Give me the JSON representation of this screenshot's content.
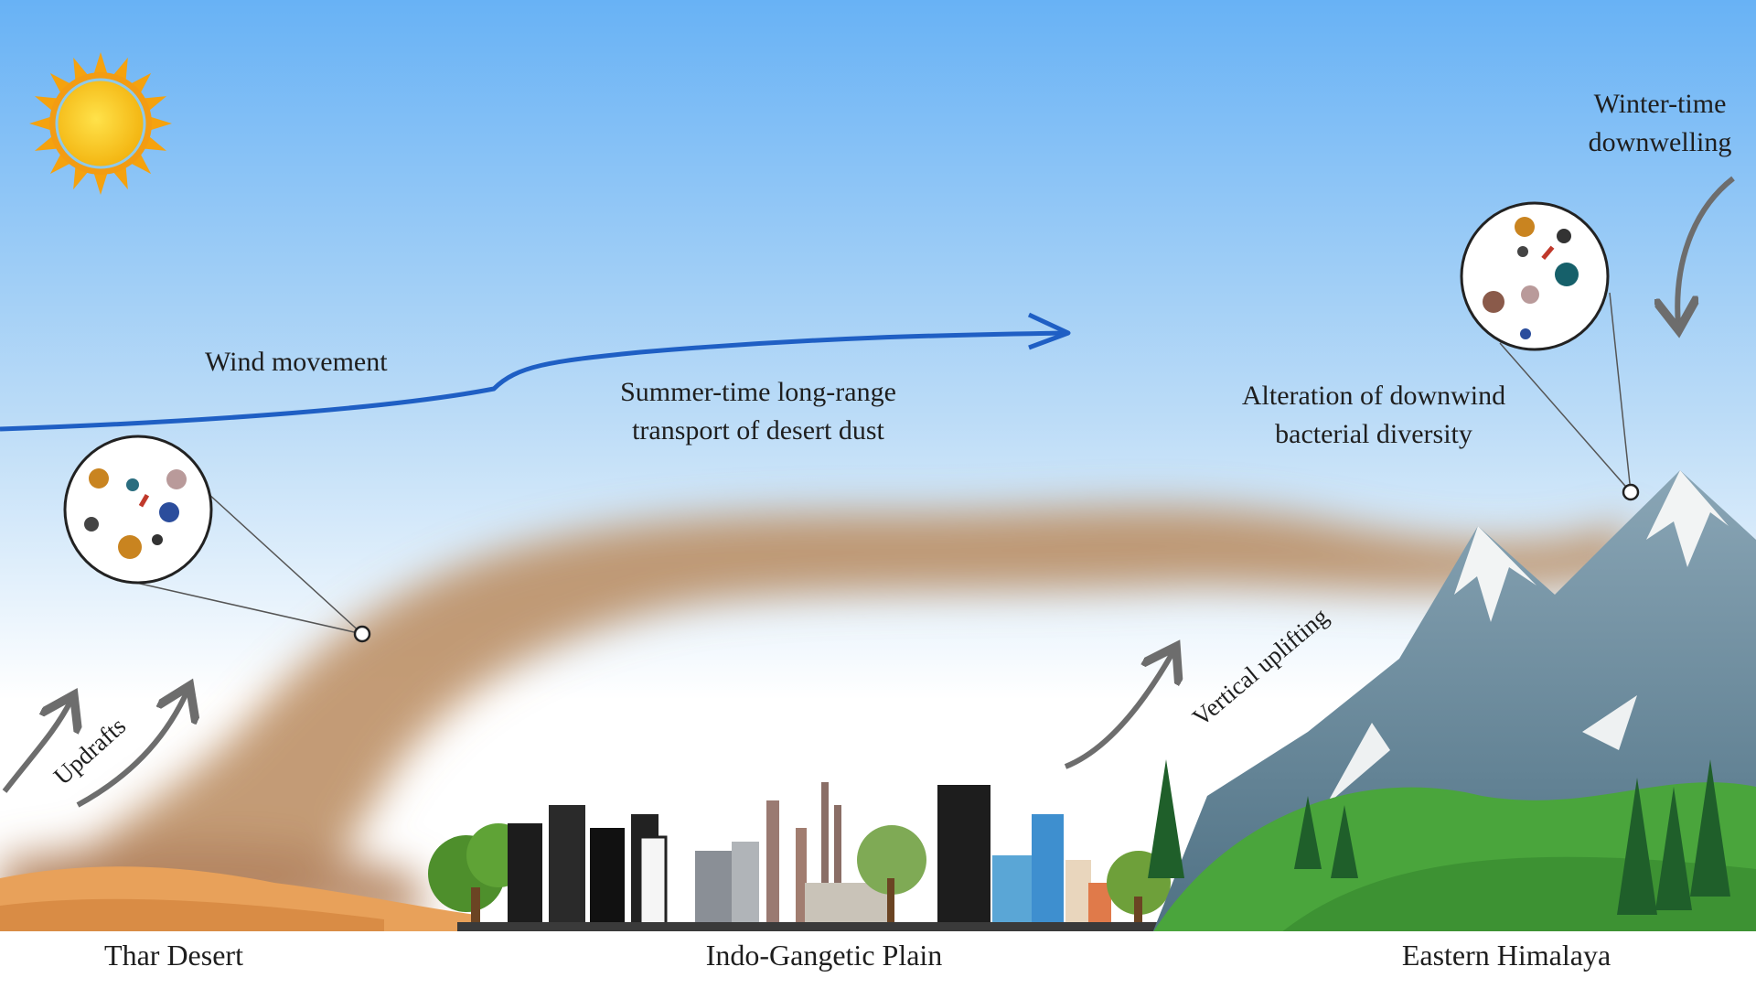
{
  "labels": {
    "wind_movement": "Wind movement",
    "summer_transport": [
      "Summer-time long-range",
      "transport of desert dust"
    ],
    "alteration": [
      "Alteration of downwind",
      "bacterial diversity"
    ],
    "winter_downwelling": [
      "Winter-time",
      "downwelling"
    ],
    "updrafts": "Updrafts",
    "vertical_uplifting": "Vertical uplifting"
  },
  "regions": [
    "Thar Desert",
    "Indo-Gangetic Plain",
    "Eastern Himalaya"
  ],
  "colors": {
    "sky_top": "#6fb5f5",
    "sky_bottom": "#ffffff",
    "wind_arrow": "#1f5fc4",
    "dust": "#b98a5e",
    "sand": "#e8a560",
    "mountain": "#6f8fa0",
    "grass": "#4aa53c",
    "sun": "#f7c21a",
    "grey_arrow": "#6d6d6d"
  }
}
